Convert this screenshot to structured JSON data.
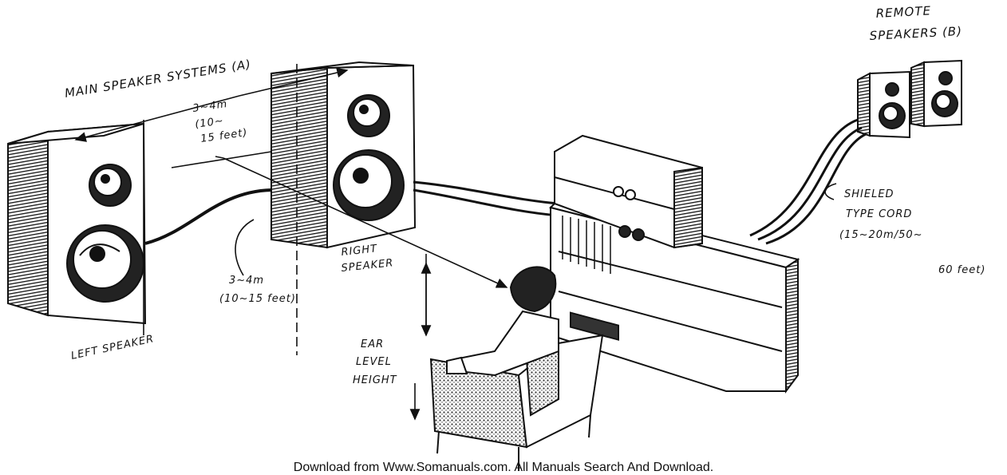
{
  "labels": {
    "main_speaker_systems": "MAIN SPEAKER SYSTEMS (A)",
    "remote_speakers_line1": "REMOTE",
    "remote_speakers_line2": "SPEAKERS (B)",
    "distance_top_line1": "3~4m",
    "distance_top_line2": "(10~",
    "distance_top_line3": "15 feet)",
    "distance_bottom_line1": "3~4m",
    "distance_bottom_line2": "(10~15 feet)",
    "right_speaker_line1": "RIGHT",
    "right_speaker_line2": "SPEAKER",
    "left_speaker": "LEFT SPEAKER",
    "ear_line1": "EAR",
    "ear_line2": "LEVEL",
    "ear_line3": "HEIGHT",
    "shield_line1": "SHIELED",
    "shield_line2": "TYPE CORD",
    "shield_line3": "(15~20m/50~",
    "shield_line4": "60 feet)"
  },
  "footer": "Download from Www.Somanuals.com. All Manuals Search And Download."
}
